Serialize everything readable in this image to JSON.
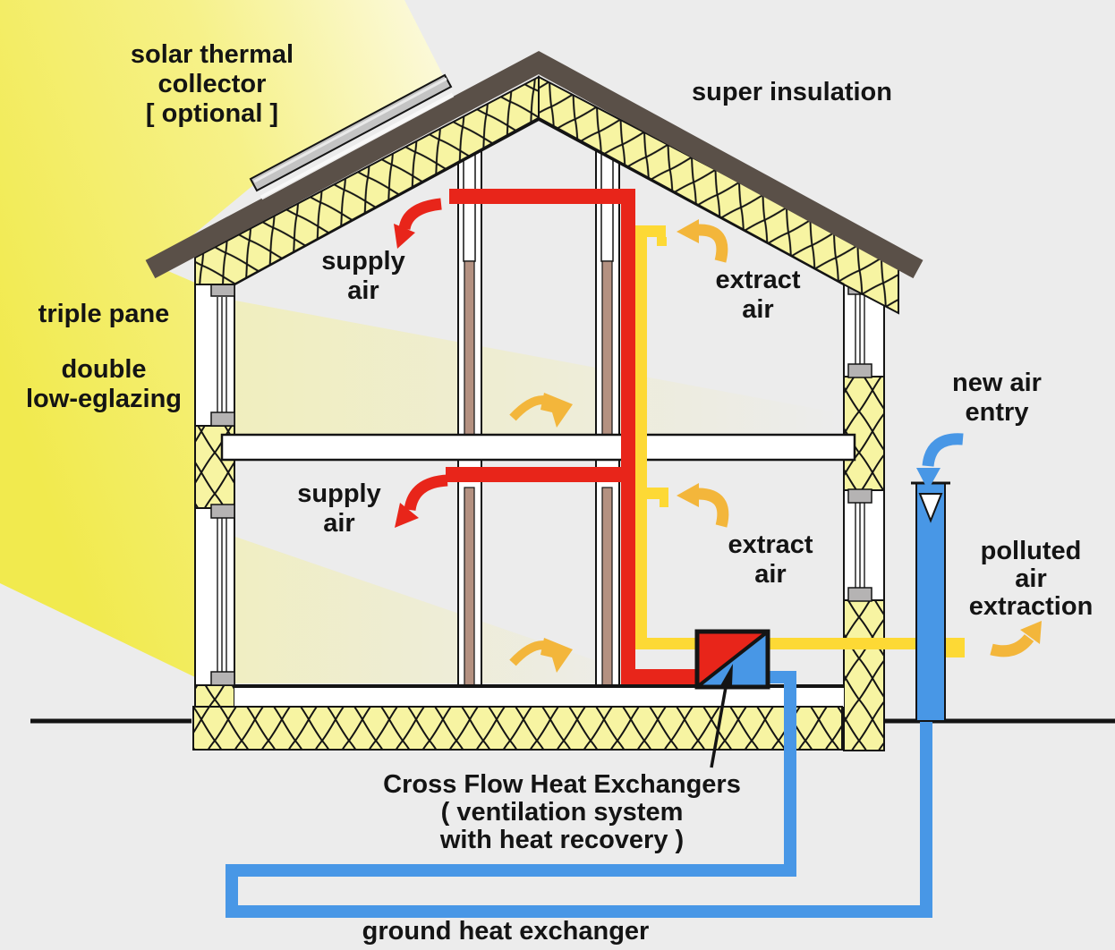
{
  "title": "passive house ventilation and insulation diagram",
  "labels": {
    "solar": [
      "solar thermal",
      "collector",
      "[ optional ]"
    ],
    "super_insulation": "super insulation",
    "triple_pane": "triple pane",
    "glazing": [
      "double",
      "low-eglazing"
    ],
    "supply_upper": [
      "supply",
      "air"
    ],
    "supply_lower": [
      "supply",
      "air"
    ],
    "extract_upper": [
      "extract",
      "air"
    ],
    "extract_lower": [
      "extract",
      "air"
    ],
    "new_air": [
      "new air",
      "entry"
    ],
    "polluted": [
      "polluted",
      "air",
      "extraction"
    ],
    "heat_exchanger": [
      "Cross Flow Heat Exchangers",
      "( ventilation system",
      "with heat recovery )"
    ],
    "ground": "ground heat exchanger"
  },
  "colors": {
    "bg": "#ececec",
    "ink": "#141414",
    "beam-start": "#f1ea4e",
    "beam-mid": "#f6f188",
    "beam-end": "#fcfae2",
    "insulation": "#f7f4a2",
    "roof": "#5a5048",
    "red": "#e8251a",
    "yellow": "#fdd935",
    "orange": "#f3b63b",
    "blue": "#4897e6",
    "stud": "#b49181",
    "cap": "#b5b3b3",
    "panel": "#c4c4c4",
    "white": "#ffffff"
  }
}
